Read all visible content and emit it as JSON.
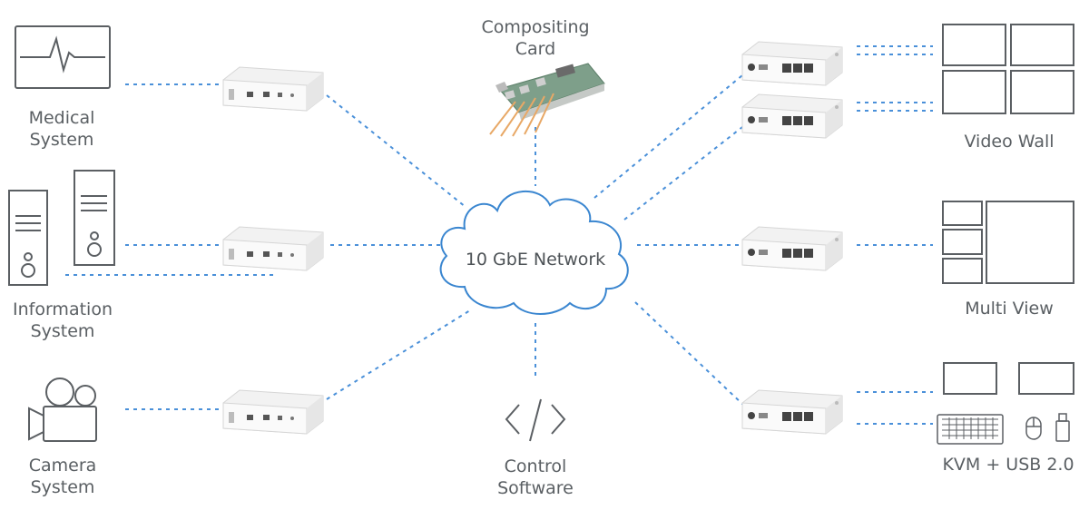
{
  "labels": {
    "medical": [
      "Medical",
      "System"
    ],
    "information": [
      "Information",
      "System"
    ],
    "camera": [
      "Camera",
      "System"
    ],
    "compositing": [
      "Compositing",
      "Card"
    ],
    "control": [
      "Control",
      "Software"
    ],
    "video_wall": "Video Wall",
    "multi_view": "Multi View",
    "kvm": "KVM + USB 2.0",
    "network": "10 GbE Network"
  },
  "colors": {
    "link": "#4a90d9",
    "cloud_stroke": "#3a86d0",
    "device_body": "#f4f4f4",
    "device_edge": "#d8d8d8",
    "icon_stroke": "#5b5f63"
  },
  "icons": [
    "medical-monitor-icon",
    "pc-tower-icon",
    "camera-icon",
    "compositing-card-icon",
    "code-brackets-icon",
    "video-wall-icon",
    "multi-view-icon",
    "keyboard-icon",
    "mouse-icon",
    "usb-stick-icon"
  ]
}
